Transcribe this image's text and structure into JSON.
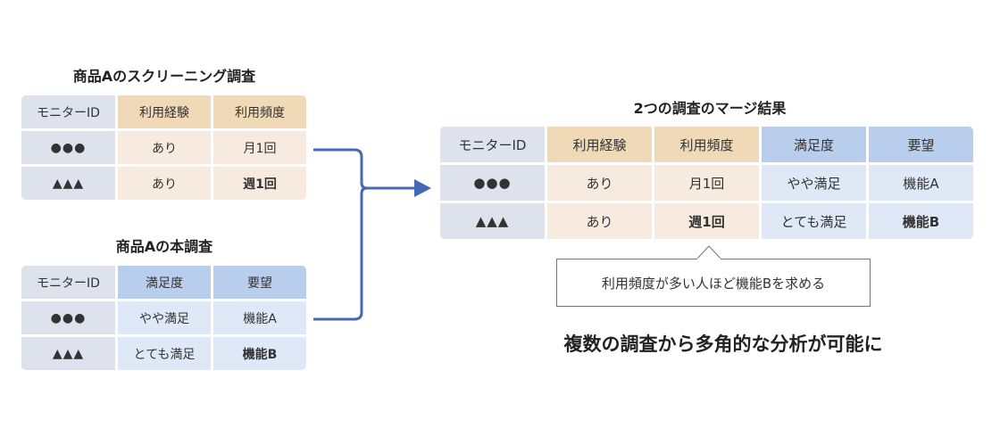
{
  "screening": {
    "title": "商品Aのスクリーニング調査",
    "headers": [
      "モニターID",
      "利用経験",
      "利用頻度"
    ],
    "rows": [
      [
        "●●●",
        "あり",
        "月1回"
      ],
      [
        "▲▲▲",
        "あり",
        "週1回"
      ]
    ]
  },
  "main_survey": {
    "title": "商品Aの本調査",
    "headers": [
      "モニターID",
      "満足度",
      "要望"
    ],
    "rows": [
      [
        "●●●",
        "やや満足",
        "機能A"
      ],
      [
        "▲▲▲",
        "とても満足",
        "機能B"
      ]
    ]
  },
  "merged": {
    "title": "2つの調査のマージ結果",
    "headers": [
      "モニターID",
      "利用経験",
      "利用頻度",
      "満足度",
      "要望"
    ],
    "rows": [
      [
        "●●●",
        "あり",
        "月1回",
        "やや満足",
        "機能A"
      ],
      [
        "▲▲▲",
        "あり",
        "週1回",
        "とても満足",
        "機能B"
      ]
    ]
  },
  "callout": "利用頻度が多い人ほど機能Bを求める",
  "conclusion": "複数の調査から多角的な分析が可能に",
  "colors": {
    "id_column": "#dde2ec",
    "screening_header": "#f0d9b6",
    "screening_body": "#f7ebdf",
    "main_header": "#b9cdec",
    "main_body": "#dfe8f6",
    "arrow": "#4468b4"
  }
}
